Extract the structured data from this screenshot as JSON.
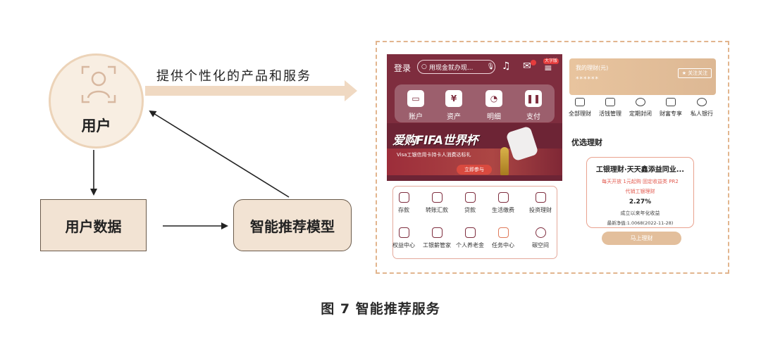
{
  "diagram": {
    "user_label": "用户",
    "arrow_label": "提供个性化的产品和服务",
    "user_data_label": "用户数据",
    "model_label": "智能推荐模型",
    "caption": "图 7 智能推荐服务"
  },
  "app_home": {
    "login": "登录",
    "search_placeholder": "用现金就办现...",
    "tag": "大字版",
    "quick": [
      "账户",
      "资产",
      "明细",
      "支付"
    ],
    "banner_title": "爱购FIFA世界杯",
    "banner_sub": "Visa工银信用卡持卡人消费达标礼",
    "banner_button": "立即参与",
    "grid": [
      "存款",
      "转账汇款",
      "贷款",
      "生活缴费",
      "投资理财",
      "权益中心",
      "工银薪管家",
      "个人养老金",
      "任务中心",
      "碳空间"
    ]
  },
  "app_wealth": {
    "my_wealth": "我的理财(元)",
    "stars": "******",
    "follow": "★ 关注关注",
    "nav": [
      "全部理财",
      "活钱管理",
      "定期封闭",
      "财富专享",
      "私人银行"
    ],
    "section": "优选理财",
    "product_name": "工银理财·天天鑫添益同业...",
    "product_tags": "每天开放  1元起购  固定收益类  PR2",
    "product_sub": "代销工银理财",
    "rate": "2.27%",
    "since": "成立以来年化收益",
    "nav_value": "最新净值:1.0068(2022-11-28)",
    "buy": "马上理财"
  },
  "colors": {
    "accent": "#7e2d3e",
    "box_fill": "#f2e3d3",
    "frame": "#e2b58e",
    "arrow": "#f0d9c2"
  }
}
